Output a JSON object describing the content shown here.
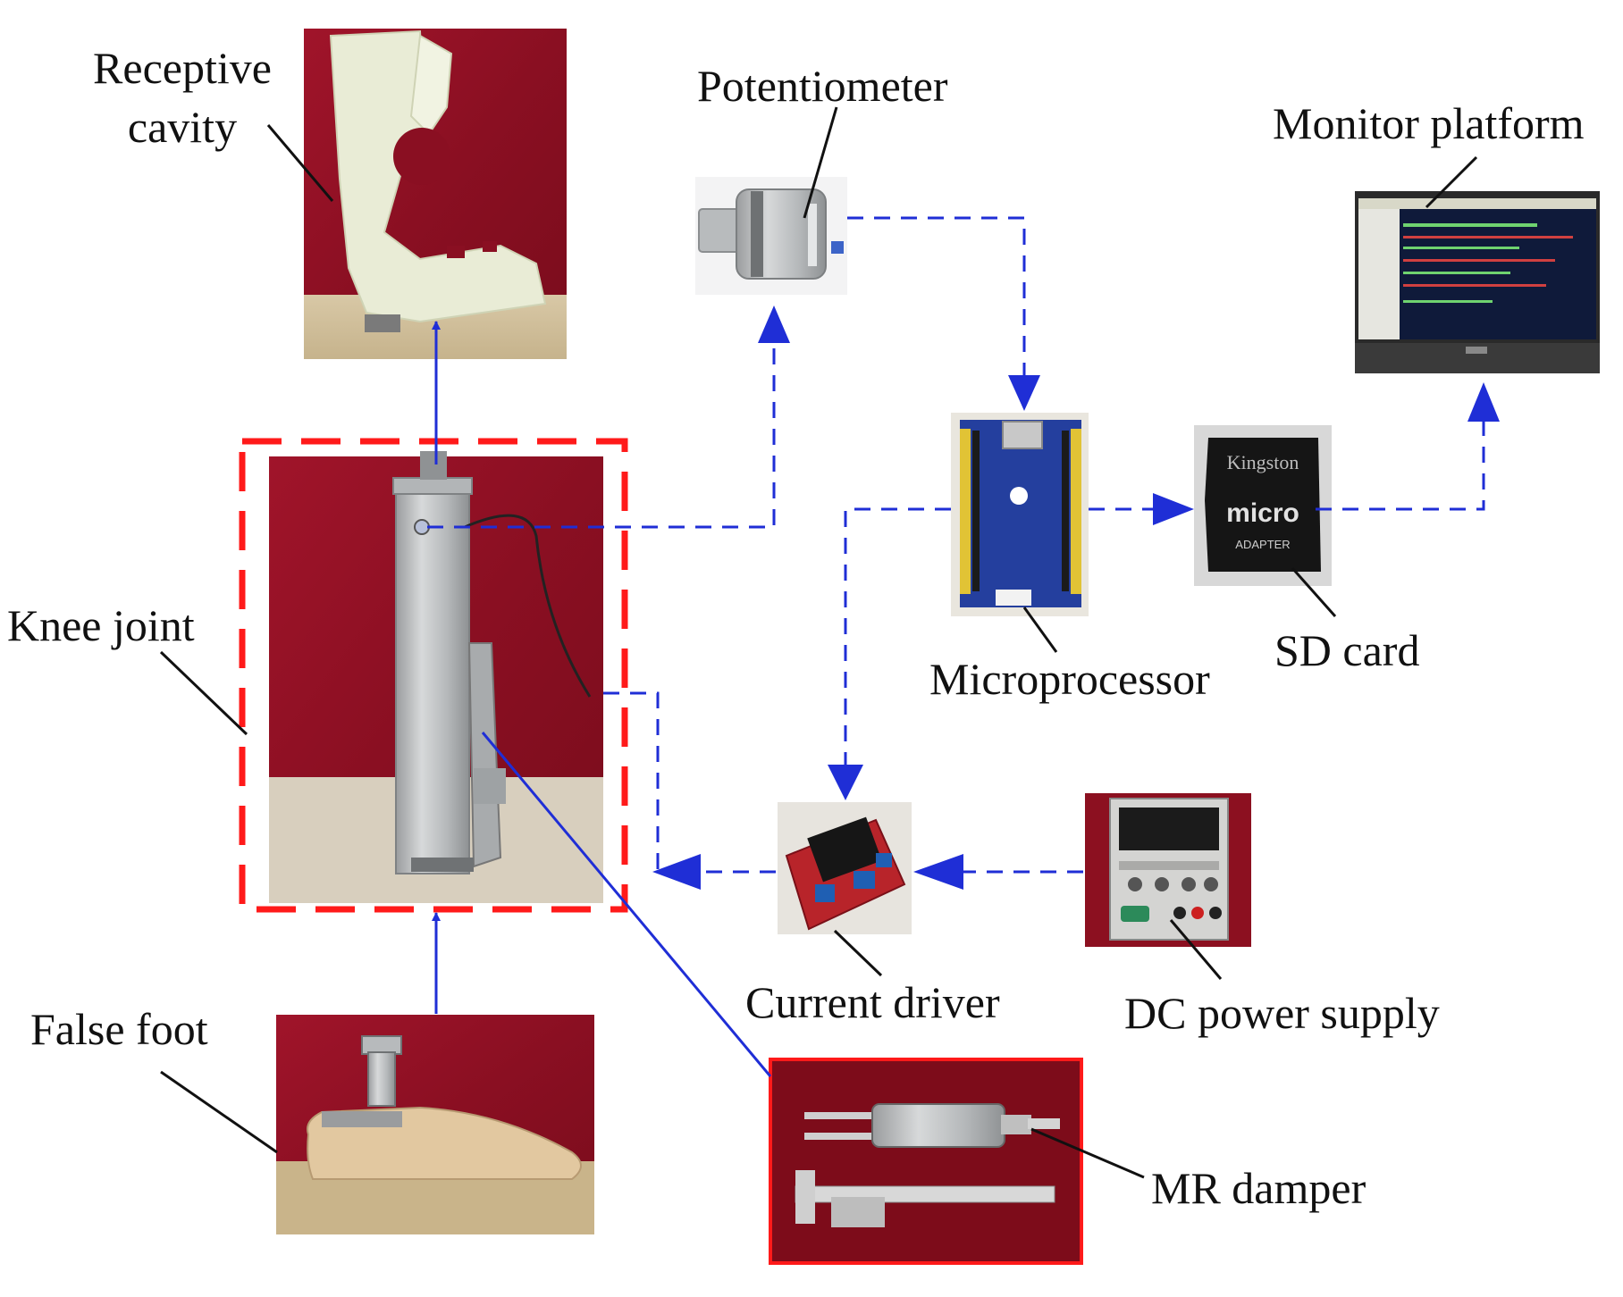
{
  "labels": {
    "receptive_cavity_line1": "Receptive",
    "receptive_cavity_line2": "cavity",
    "potentiometer": "Potentiometer",
    "monitor_platform": "Monitor platform",
    "knee_joint": "Knee joint",
    "microprocessor": "Microprocessor",
    "sd_card": "SD card",
    "current_driver": "Current driver",
    "dc_power_supply": "DC power supply",
    "false_foot": "False foot",
    "mr_damper": "MR damper"
  },
  "photo_text": {
    "sd_brand": "Kingston",
    "sd_micro": "micro",
    "sd_adapter": "ADAPTER"
  },
  "colors": {
    "arrow_blue": "#1f2ed6",
    "highlight_red": "#ff1a1a",
    "backdrop_red": "#8e1020",
    "pcb_blue": "#243f9e"
  }
}
